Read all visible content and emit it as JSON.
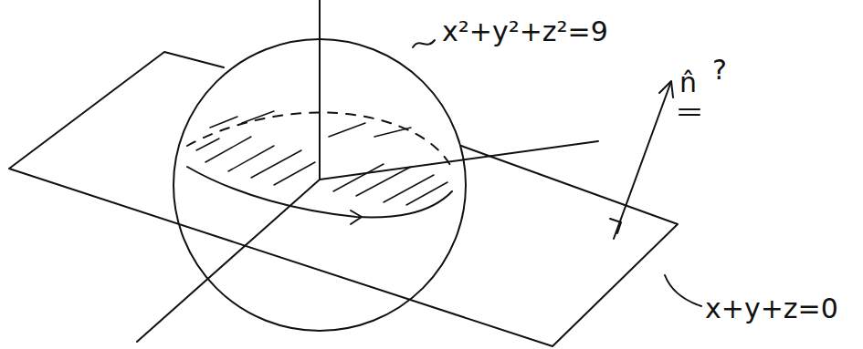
{
  "diagram": {
    "labels": [
      "x²+y²+z²=9",
      "n̂",
      "?",
      "x+y+z=0"
    ]
  }
}
